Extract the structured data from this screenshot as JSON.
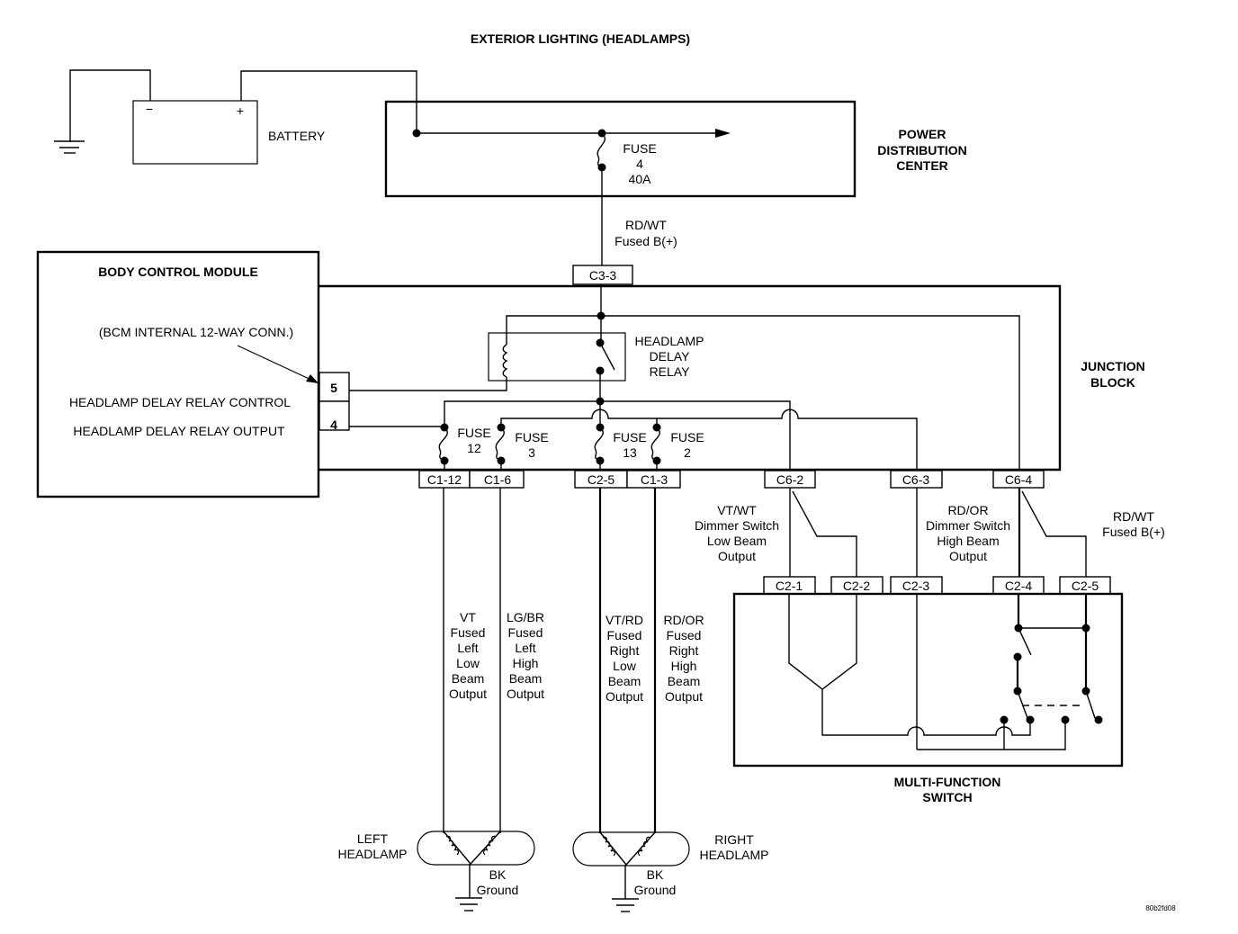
{
  "title": "EXTERIOR LIGHTING (HEADLAMPS)",
  "battery": {
    "label": "BATTERY",
    "neg": "−",
    "pos": "+"
  },
  "pdc": {
    "label": [
      "POWER",
      "DISTRIBUTION",
      "CENTER"
    ],
    "fuse": [
      "FUSE",
      "4",
      "40A"
    ]
  },
  "feed_wire": [
    "RD/WT",
    "Fused B(+)"
  ],
  "bcm": {
    "label": "BODY CONTROL MODULE",
    "connector_note": "(BCM INTERNAL 12-WAY CONN.)",
    "pins": [
      {
        "pin": "5",
        "function": "HEADLAMP DELAY RELAY CONTROL"
      },
      {
        "pin": "4",
        "function": "HEADLAMP DELAY RELAY OUTPUT"
      }
    ]
  },
  "junction_block": {
    "label": [
      "JUNCTION",
      "BLOCK"
    ],
    "relay": [
      "HEADLAMP",
      "DELAY",
      "RELAY"
    ],
    "input_connector": "C3-3",
    "fuses": [
      {
        "name": "FUSE",
        "number": "12"
      },
      {
        "name": "FUSE",
        "number": "3"
      },
      {
        "name": "FUSE",
        "number": "13"
      },
      {
        "name": "FUSE",
        "number": "2"
      }
    ],
    "output_connectors": [
      "C1-12",
      "C1-6",
      "C2-5",
      "C1-3",
      "C6-2",
      "C6-3",
      "C6-4"
    ]
  },
  "headlamp_wires": [
    {
      "lines": [
        "VT",
        "Fused",
        "Left",
        "Low",
        "Beam",
        "Output"
      ]
    },
    {
      "lines": [
        "LG/BR",
        "Fused",
        "Left",
        "High",
        "Beam",
        "Output"
      ]
    },
    {
      "lines": [
        "VT/RD",
        "Fused",
        "Right",
        "Low",
        "Beam",
        "Output"
      ]
    },
    {
      "lines": [
        "RD/OR",
        "Fused",
        "Right",
        "High",
        "Beam",
        "Output"
      ]
    }
  ],
  "switch_wires": [
    {
      "lines": [
        "VT/WT",
        "Dimmer Switch",
        "Low Beam",
        "Output"
      ]
    },
    {
      "lines": [
        "RD/OR",
        "Dimmer Switch",
        "High Beam",
        "Output"
      ]
    },
    {
      "lines": [
        "RD/WT",
        "Fused B(+)"
      ]
    }
  ],
  "multi_function_switch": {
    "label": [
      "MULTI-FUNCTION",
      "SWITCH"
    ],
    "connectors": [
      "C2-1",
      "C2-2",
      "C2-3",
      "C2-4",
      "C2-5"
    ]
  },
  "headlamps": {
    "left": [
      "LEFT",
      "HEADLAMP"
    ],
    "right": [
      "RIGHT",
      "HEADLAMP"
    ],
    "ground": [
      "BK",
      "Ground"
    ]
  },
  "figure_id": "80b2fd08"
}
